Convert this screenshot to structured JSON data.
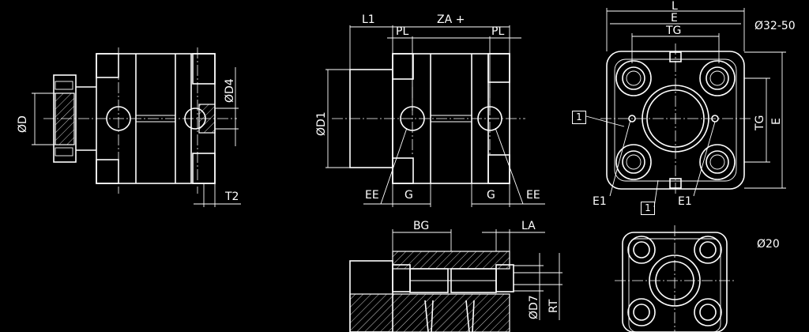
{
  "labels": {
    "d": "ØD",
    "d4": "ØD4",
    "t2": "T2",
    "l1": "L1",
    "za": "ZA +",
    "pl_left": "PL",
    "pl_right": "PL",
    "d1": "ØD1",
    "ee_left": "EE",
    "g_left": "G",
    "g_right": "G",
    "ee_right": "EE",
    "l": "L",
    "e_top": "E",
    "tg_top": "TG",
    "diam_range": "Ø32-50",
    "tg_side": "TG",
    "e_side": "E",
    "e1_left": "E1",
    "e1_right": "E1",
    "bg": "BG",
    "la": "LA",
    "d7": "ØD7",
    "rt": "RT",
    "diam_small": "Ø20"
  },
  "callouts": {
    "item_left": "1",
    "item_bottom": "1"
  }
}
